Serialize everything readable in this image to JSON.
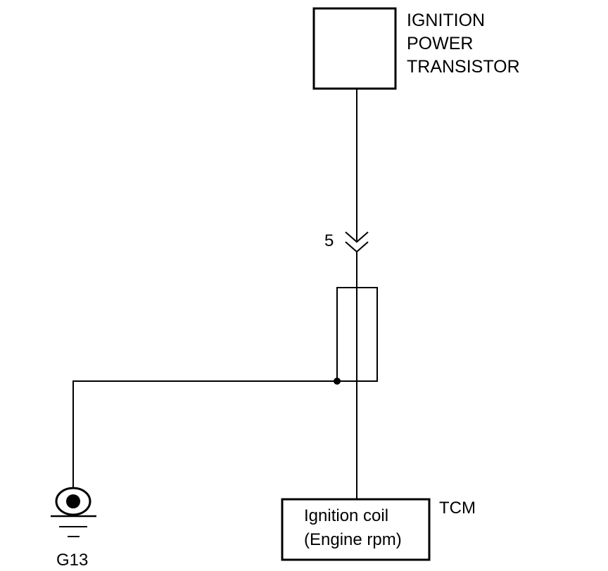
{
  "transistor": {
    "line1": "IGNITION",
    "line2": "POWER",
    "line3": "TRANSISTOR"
  },
  "connector": {
    "pin": "5"
  },
  "ground": {
    "label": "G13"
  },
  "tcm": {
    "label": "TCM",
    "line1": "Ignition coil",
    "line2": "(Engine rpm)"
  }
}
